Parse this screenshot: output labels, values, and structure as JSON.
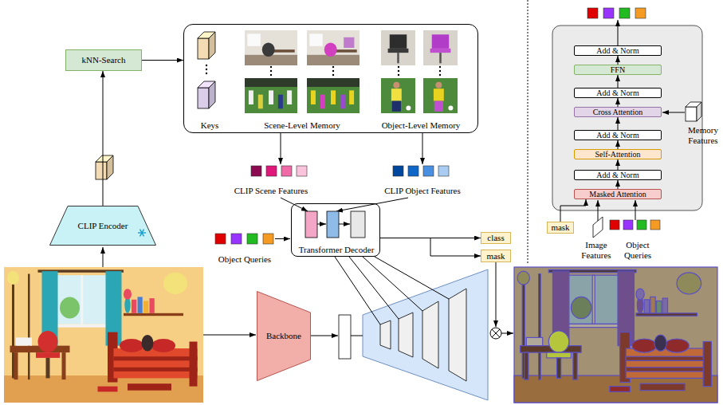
{
  "diagram": {
    "nodes": [
      {
        "text": [
          "kNN-Search"
        ]
      },
      {
        "text": [
          "Keys",
          "Scene-Level Memory",
          "Object-Level Memory"
        ]
      },
      {
        "text": [
          "CLIP Encoder"
        ]
      },
      {
        "text": [
          "Transformer Decoder"
        ]
      },
      {
        "text": [
          "class"
        ]
      },
      {
        "text": [
          "mask"
        ]
      },
      {
        "text": [
          "Backbone"
        ]
      },
      {
        "text": [
          "Add & Norm"
        ]
      },
      {
        "text": [
          "FFN"
        ]
      },
      {
        "text": [
          "Add & Norm"
        ]
      },
      {
        "text": [
          "Cross Attention"
        ]
      },
      {
        "text": [
          "Add & Norm"
        ]
      },
      {
        "text": [
          "Self-Attention"
        ]
      },
      {
        "text": [
          "Add & Norm"
        ]
      },
      {
        "text": [
          "Masked Attention"
        ]
      },
      {
        "text": [
          "mask"
        ]
      }
    ],
    "edges": [
      {
        "from": 2,
        "to": 0,
        "arrow": "to"
      },
      {
        "from": 0,
        "to": 1,
        "arrow": "to"
      },
      {
        "from": 3,
        "to": 4,
        "arrow": "to"
      },
      {
        "from": 3,
        "to": 5,
        "arrow": "to"
      },
      {
        "from": 15,
        "to": 14,
        "arrow": "to"
      },
      {
        "from": 14,
        "to": 13,
        "arrow": "to"
      },
      {
        "from": 13,
        "to": 12,
        "arrow": "to"
      },
      {
        "from": 12,
        "to": 11,
        "arrow": "to"
      },
      {
        "from": 11,
        "to": 10,
        "arrow": "to"
      },
      {
        "from": 10,
        "to": 9,
        "arrow": "to"
      },
      {
        "from": 9,
        "to": 8,
        "arrow": "to"
      },
      {
        "from": 8,
        "to": 7,
        "arrow": "to"
      }
    ],
    "labels": [
      "CLIP Scene Features",
      "CLIP Object Features",
      "Object Queries",
      "Memory Features",
      "Image Features",
      "Object Queries"
    ]
  }
}
